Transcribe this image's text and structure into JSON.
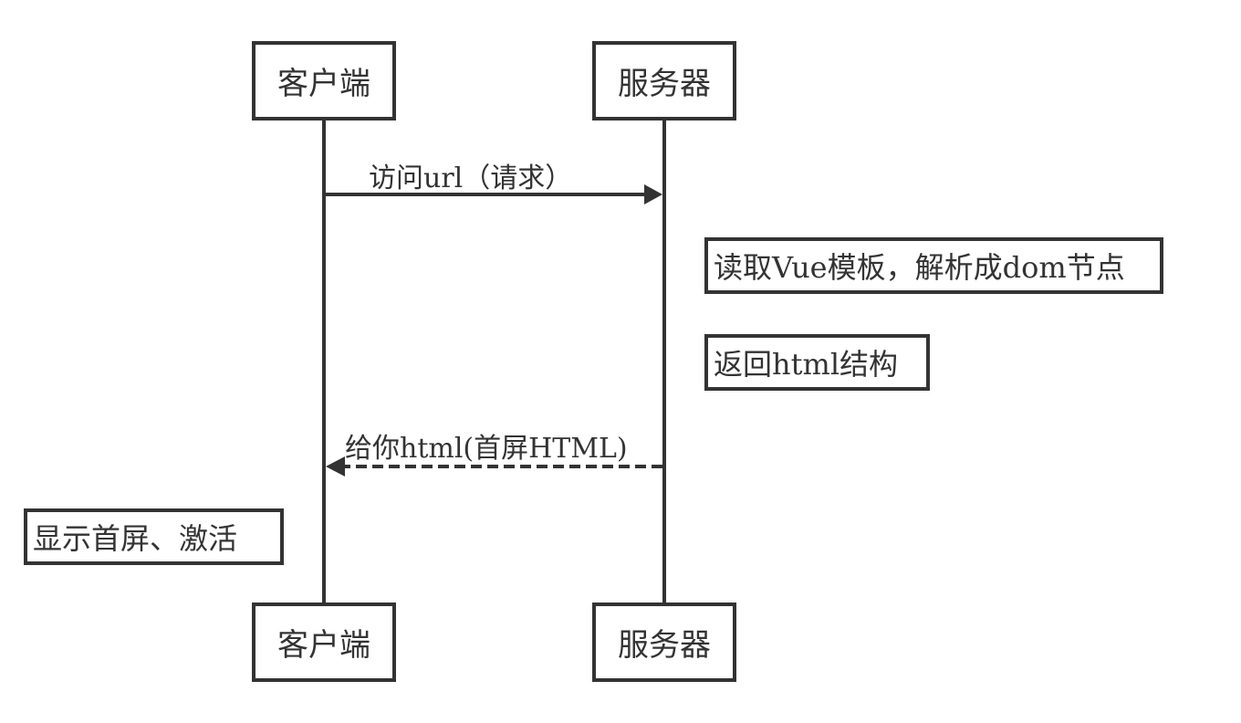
{
  "actors": {
    "client": {
      "label": "客户端"
    },
    "server": {
      "label": "服务器"
    }
  },
  "messages": [
    {
      "label": "访问url（请求）",
      "from": "client",
      "to": "server",
      "style": "solid"
    },
    {
      "label": "给你html(首屏HTML)",
      "from": "server",
      "to": "client",
      "style": "dashed"
    }
  ],
  "notes": [
    {
      "label": "读取Vue模板，解析成dom节点",
      "actor": "server"
    },
    {
      "label": "返回html结构",
      "actor": "server"
    },
    {
      "label": "显示首屏、激活",
      "actor": "client"
    }
  ],
  "colors": {
    "stroke": "#333333",
    "background": "#ffffff"
  }
}
